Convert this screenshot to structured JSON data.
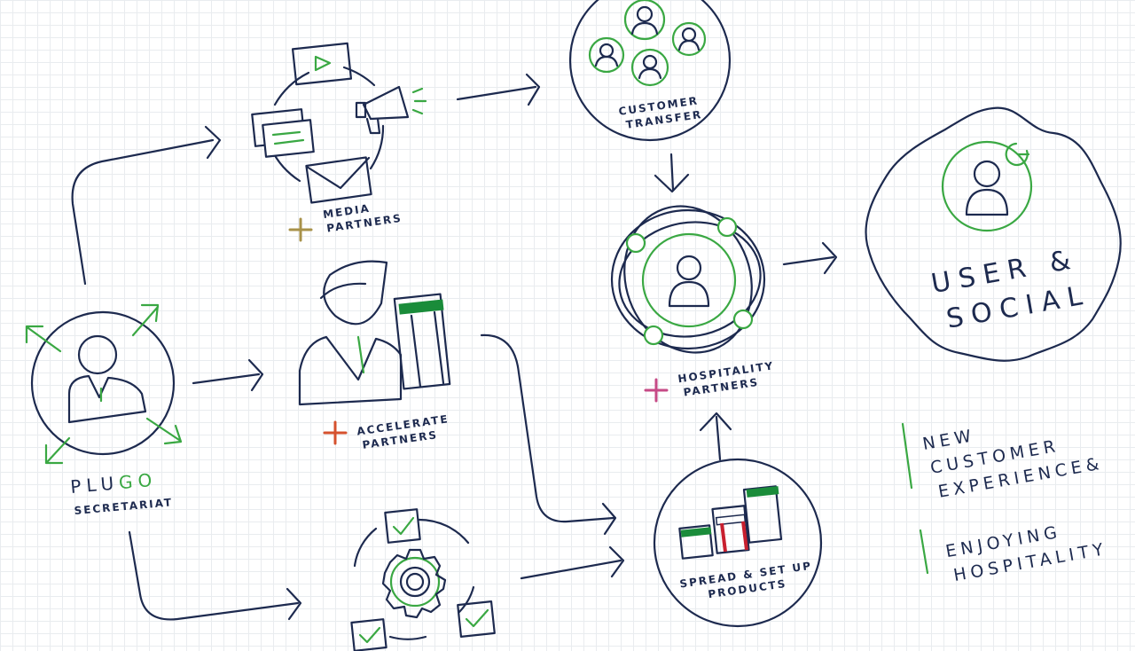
{
  "labels": {
    "media_line1": "MEDIA",
    "media_line2": "PARTNERS",
    "customer_line1": "CUSTOMER",
    "customer_line2": "TRANSFER",
    "user_line1": "USER &",
    "user_line2": "SOCIAL",
    "plugo_word_a": "PLU",
    "plugo_word_b": "GO",
    "secretariat": "SECRETARIAT",
    "accelerate_line1": "ACCELERATE",
    "accelerate_line2": "PARTNERS",
    "hospitality_line1": "HOSPITALITY",
    "hospitality_line2": "PARTNERS",
    "spread_line1": "SPREAD & SET UP",
    "spread_line2": "PRODUCTS",
    "benefit_1_line1": "NEW",
    "benefit_1_line2": "CUSTOMER",
    "benefit_1_line3": "EXPERIENCE&",
    "benefit_2_line1": "ENJOYING",
    "benefit_2_line2": "HOSPITALITY"
  },
  "colors": {
    "navy": "#1d2a4f",
    "green": "#3aa843",
    "media_plus": "#a8924a",
    "accelerate_plus": "#d5512e",
    "hospitality_plus": "#c64a86",
    "red_bar": "#c8202f"
  },
  "icons": {
    "plus": "plus-icon",
    "person": "person-icon",
    "gear": "gear-icon",
    "check": "check-icon"
  }
}
